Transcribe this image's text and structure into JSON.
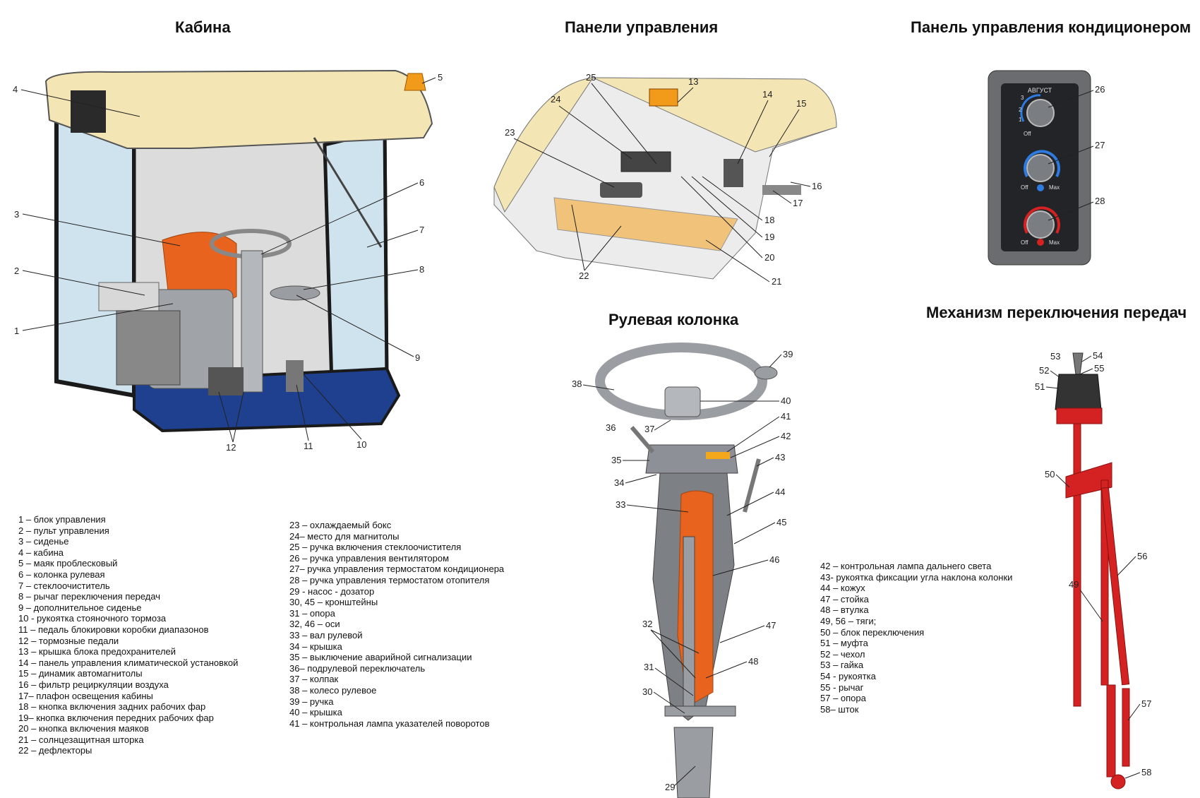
{
  "titles": {
    "cabin": "Кабина",
    "control_panels": "Панели управления",
    "ac_panel": "Панель управления кондиционером",
    "steering_column": "Рулевая колонка",
    "gear_mechanism": "Механизм переключения передач"
  },
  "ac_panel": {
    "brand": "АВГУСТ",
    "fan_marks": [
      "3",
      "2",
      "1",
      "Off"
    ],
    "knob_min": "Off",
    "knob_max": "Max"
  },
  "callouts": {
    "c1": "1",
    "c2": "2",
    "c3": "3",
    "c4": "4",
    "c5": "5",
    "c6": "6",
    "c7": "7",
    "c8": "8",
    "c9": "9",
    "c10": "10",
    "c11": "11",
    "c12": "12",
    "c13": "13",
    "c14": "14",
    "c15": "15",
    "c16": "16",
    "c17": "17",
    "c18": "18",
    "c19": "19",
    "c20": "20",
    "c21": "21",
    "c22": "22",
    "c23": "23",
    "c24": "24",
    "c25": "25",
    "c26": "26",
    "c27": "27",
    "c28": "28",
    "c29": "29",
    "c30": "30",
    "c31": "31",
    "c32": "32",
    "c33": "33",
    "c34": "34",
    "c35": "35",
    "c36": "36",
    "c37": "37",
    "c38": "38",
    "c39": "39",
    "c40": "40",
    "c41": "41",
    "c42": "42",
    "c43": "43",
    "c44": "44",
    "c45": "45",
    "c46": "46",
    "c47": "47",
    "c48": "48",
    "c49": "49",
    "c50": "50",
    "c51": "51",
    "c52": "52",
    "c53": "53",
    "c54": "54",
    "c55": "55",
    "c56": "56",
    "c57": "57",
    "c58": "58"
  },
  "legend_col1": [
    "1 – блок управления",
    "2 – пульт управления",
    "3 – сиденье",
    "4 – кабина",
    "5 – маяк проблесковый",
    "6 – колонка рулевая",
    "7 – стеклоочиститель",
    "8 – рычаг переключения передач",
    "9 – дополнительное сиденье",
    "10 - рукоятка стояночного тормоза",
    "11 – педаль блокировки коробки диапазонов",
    "12 – тормозные педали",
    "13 – крышка блока предохранителей",
    "14 – панель управления климатической установкой",
    "15 – динамик автомагнитолы",
    "16 – фильтр рециркуляции воздуха",
    "17– плафон освещения кабины",
    "18 – кнопка включения задних рабочих фар",
    "19– кнопка включения передних рабочих фар",
    "20 – кнопка включения маяков",
    "21 – солнцезащитная шторка",
    "22 – дефлекторы"
  ],
  "legend_col2": [
    "23 – охлаждаемый бокс",
    "24– место для магнитолы",
    "25 – ручка включения стеклоочистителя",
    "26 – ручка управления вентилятором",
    "27– ручка управления термостатом кондиционера",
    "28 – ручка управления термостатом отопителя",
    "29 - насос - дозатор",
    "30, 45 – кронштейны",
    "31 – опора",
    "32, 46 – оси",
    "33 – вал рулевой",
    "34 – крышка",
    "35 – выключение аварийной сигнализации",
    "36– подрулевой переключатель",
    "37 – колпак",
    "38 – колесо рулевое",
    "39 – ручка",
    "40 – крышка",
    "41 – контрольная лампа указателей поворотов"
  ],
  "legend_col3": [
    "42 – контрольная лампа дальнего света",
    "43- рукоятка фиксации угла наклона колонки",
    "44 – кожух",
    "47 – стойка",
    "48 – втулка",
    "49, 56 – тяги;",
    "50 – блок переключения",
    "51 – муфта",
    "52 – чехол",
    "53 – гайка",
    "54 - рукоятка",
    "55 - рычаг",
    "57 – опора",
    "58– шток"
  ],
  "colors": {
    "roof": "#f3e6b4",
    "seat": "#e8641e",
    "frame": "#1a1a1a",
    "floor": "#1f3f8f",
    "panel_dark": "#222428",
    "gear_red": "#d42222",
    "metal": "#9a9ea3"
  }
}
